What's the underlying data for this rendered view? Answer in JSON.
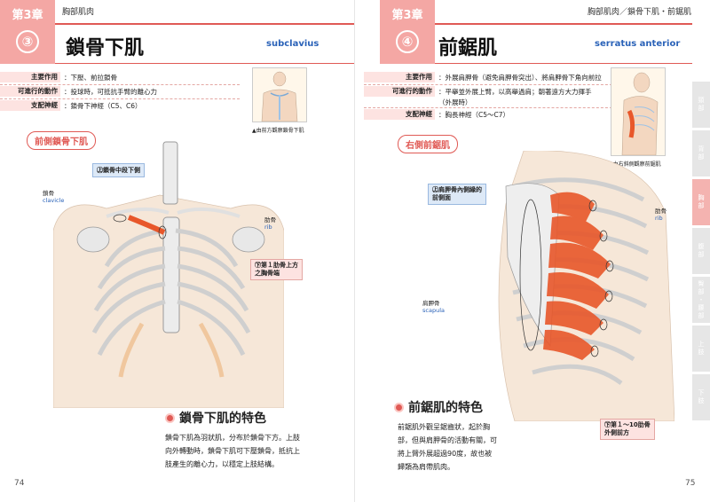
{
  "left": {
    "chapter_label": "第3章",
    "chapter_num": "③",
    "section": "胸部肌肉",
    "title": "鎖骨下肌",
    "title_latin": "subclavius",
    "info": [
      {
        "key": "主要作用",
        "val": "：下壓、前拉鎖骨"
      },
      {
        "key": "可進行的動作",
        "val": "：投球時，可抵抗手臂的離心力"
      },
      {
        "key": "支配神經",
        "val": "：鎖骨下神經（C5、C6）"
      }
    ],
    "thumb_caption": "▲由前方觀察鎖骨下肌",
    "view_label": "前側鎖骨下肌",
    "annotations": {
      "origin_box": "㊤鎖骨中段下側",
      "clavicle": "鎖骨",
      "clavicle_latin": "clavicle",
      "rib": "肋骨",
      "rib_latin": "rib",
      "insertion_box_line1": "㊦第１肋骨上方",
      "insertion_box_line2": "之胸骨端"
    },
    "feature_title": "鎖骨下肌的特色",
    "feature_lines": [
      "鎖骨下肌為羽狀肌，分布於鎖骨下方。上肢",
      "向外轉動時，鎖骨下肌可下壓鎖骨，抵抗上",
      "肢產生的離心力，以穩定上肢結構。"
    ],
    "page_number": "74"
  },
  "right": {
    "chapter_label": "第3章",
    "chapter_num": "④",
    "section": "胸部肌肉／鎖骨下肌・前鋸肌",
    "title": "前鋸肌",
    "title_latin": "serratus anterior",
    "info": [
      {
        "key": "主要作用",
        "val": "：外展肩胛骨（避免肩胛骨突出）、將肩胛骨下角向前拉"
      },
      {
        "key": "可進行的動作",
        "val": "：平舉並外展上臂，以高舉過肩；朝著遠方大力揮手"
      },
      {
        "key": "",
        "val": "（外展時）"
      },
      {
        "key": "支配神經",
        "val": "：胸長神經（C5～C7）"
      }
    ],
    "thumb_caption": "▲由右斜側觀察前鋸肌",
    "view_label": "右側前鋸肌",
    "annotations": {
      "origin_box_line1": "㊤肩胛骨內側緣的",
      "origin_box_line2": "前側面",
      "rib": "肋骨",
      "rib_latin": "rib",
      "scapula": "肩胛骨",
      "scapula_latin": "scapula",
      "insertion_box_line1": "㊦第１～10肋骨",
      "insertion_box_line2": "外側前方"
    },
    "feature_title": "前鋸肌的特色",
    "feature_lines": [
      "前鋸肌外觀呈鋸齒狀，起於胸",
      "部，但與肩胛骨的活動有關，可",
      "將上臂外展超過90度，故也被",
      "歸類為肩帶肌肉。"
    ],
    "page_number": "75",
    "side_tabs": [
      "頸部",
      "背部",
      "胸部",
      "腹部",
      "臀部・腰部",
      "上肢",
      "下肢"
    ],
    "active_tab": 2
  },
  "colors": {
    "accent": "#e05a55",
    "pink": "#f4a7a4",
    "latin_blue": "#2a62b8",
    "muscle": "#e8572a"
  }
}
